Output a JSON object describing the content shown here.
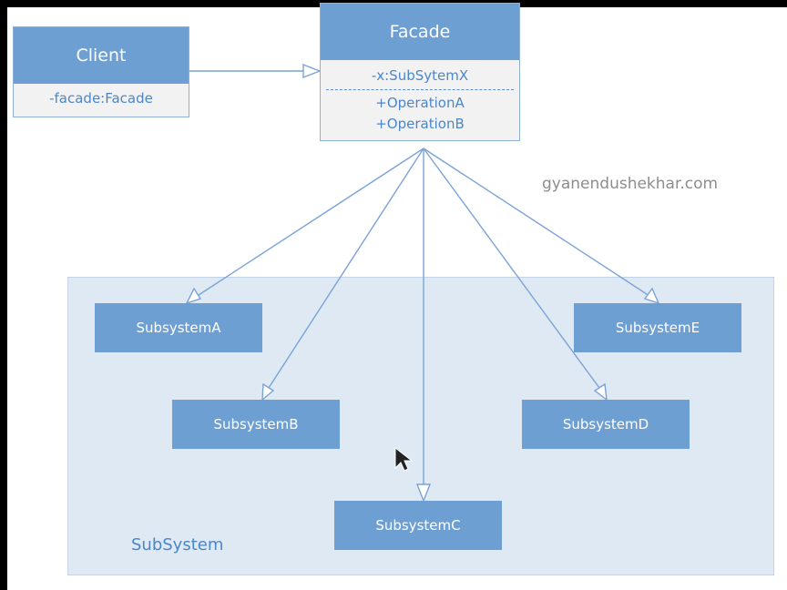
{
  "client": {
    "name": "Client",
    "attribute": "-facade:Facade"
  },
  "facade": {
    "name": "Facade",
    "attribute": "-x:SubSytemX",
    "operations": [
      "+OperationA",
      "+OperationB"
    ]
  },
  "subsystem_group": {
    "label": "SubSystem"
  },
  "subsystems": [
    "SubsystemA",
    "SubsystemB",
    "SubsystemC",
    "SubsystemD",
    "SubsystemE"
  ],
  "watermark": "gyanendushekhar.com",
  "colors": {
    "class_header": "#6e9fd3",
    "class_body": "#f2f2f2",
    "text_blue": "#4d86c6",
    "edge": "#7aa3d6",
    "group_fill": "#dfe9f4",
    "background": "#000000"
  },
  "icons": {
    "cursor": "mouse-pointer-icon"
  }
}
